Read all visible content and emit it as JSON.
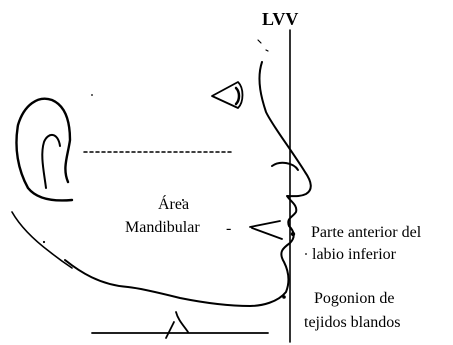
{
  "title": "LVV",
  "labels": {
    "area_line1": "Área",
    "area_line2": "Mandibular",
    "area_dash": "-",
    "labio_line1": "Parte anterior del",
    "labio_line2": "labio inferior",
    "pogonion_line1": "Pogonion de",
    "pogonion_line2": "tejidos blandos"
  },
  "colors": {
    "ink": "#000000",
    "background": "#ffffff"
  }
}
